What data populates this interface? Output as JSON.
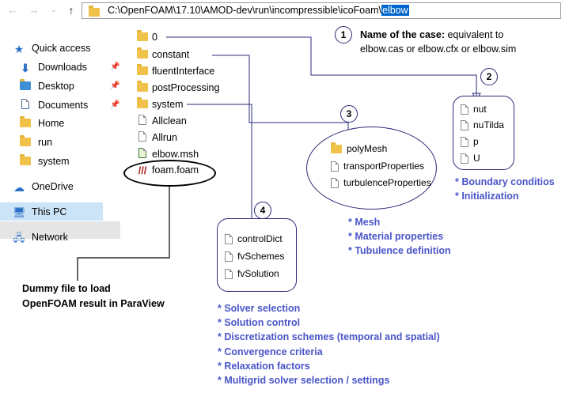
{
  "address_bar": {
    "path_prefix": "C:\\OpenFOAM\\17.10\\AMOD-dev\\run\\incompressible\\icoFoam\\",
    "path_selected": "elbow"
  },
  "nav_buttons": {
    "back": "←",
    "forward": "→",
    "recent": "⌄",
    "up": "↑"
  },
  "sidebar": {
    "items": [
      {
        "label": "Quick access",
        "icon": "star-icon",
        "pinned": false
      },
      {
        "label": "Downloads",
        "icon": "download-icon",
        "pinned": true
      },
      {
        "label": "Desktop",
        "icon": "desktop-folder-icon",
        "pinned": true
      },
      {
        "label": "Documents",
        "icon": "documents-icon",
        "pinned": true
      },
      {
        "label": "Home",
        "icon": "folder-icon",
        "pinned": false
      },
      {
        "label": "run",
        "icon": "folder-icon",
        "pinned": false
      },
      {
        "label": "system",
        "icon": "folder-icon",
        "pinned": false
      },
      {
        "label": "OneDrive",
        "icon": "cloud-icon",
        "pinned": false
      },
      {
        "label": "This PC",
        "icon": "computer-icon",
        "pinned": false
      },
      {
        "label": "Network",
        "icon": "network-icon",
        "pinned": false
      }
    ]
  },
  "files": [
    {
      "name": "0",
      "type": "folder"
    },
    {
      "name": "constant",
      "type": "folder"
    },
    {
      "name": "fluentInterface",
      "type": "folder"
    },
    {
      "name": "postProcessing",
      "type": "folder"
    },
    {
      "name": "system",
      "type": "folder"
    },
    {
      "name": "Allclean",
      "type": "file"
    },
    {
      "name": "Allrun",
      "type": "file"
    },
    {
      "name": "elbow.msh",
      "type": "msh"
    },
    {
      "name": "foam.foam",
      "type": "foam"
    }
  ],
  "annotations": {
    "case_name": {
      "number": "1",
      "title": "Name of the case:",
      "text_line1": " equivalent to",
      "text_line2": "elbow.cas or elbow.cfx or elbow.sim"
    },
    "zero_dir": {
      "number": "2",
      "files": [
        "nut",
        "nuTilda",
        "p",
        "U"
      ],
      "bullets": [
        "* Boundary conditios",
        "* Initialization"
      ]
    },
    "constant_dir": {
      "number": "3",
      "folders": [
        "polyMesh"
      ],
      "files": [
        "transportProperties",
        "turbulenceProperties"
      ],
      "bullets": [
        "* Mesh",
        "* Material properties",
        "* Tubulence definition"
      ]
    },
    "system_dir": {
      "number": "4",
      "files": [
        "controlDict",
        "fvSchemes",
        "fvSolution"
      ],
      "bullets": [
        "* Solver selection",
        "* Solution control",
        "* Discretization schemes (temporal and spatial)",
        "* Convergence criteria",
        "* Relaxation factors",
        "* Multigrid solver selection / settings"
      ]
    },
    "dummy_file": {
      "line1": "Dummy file to load",
      "line2": "OpenFOAM result in ParaView"
    }
  },
  "colors": {
    "annotation_line": "#2b2b7a",
    "bullet_text": "#4a55c8",
    "selection": "#0066cc",
    "folder": "#f0c24a"
  }
}
